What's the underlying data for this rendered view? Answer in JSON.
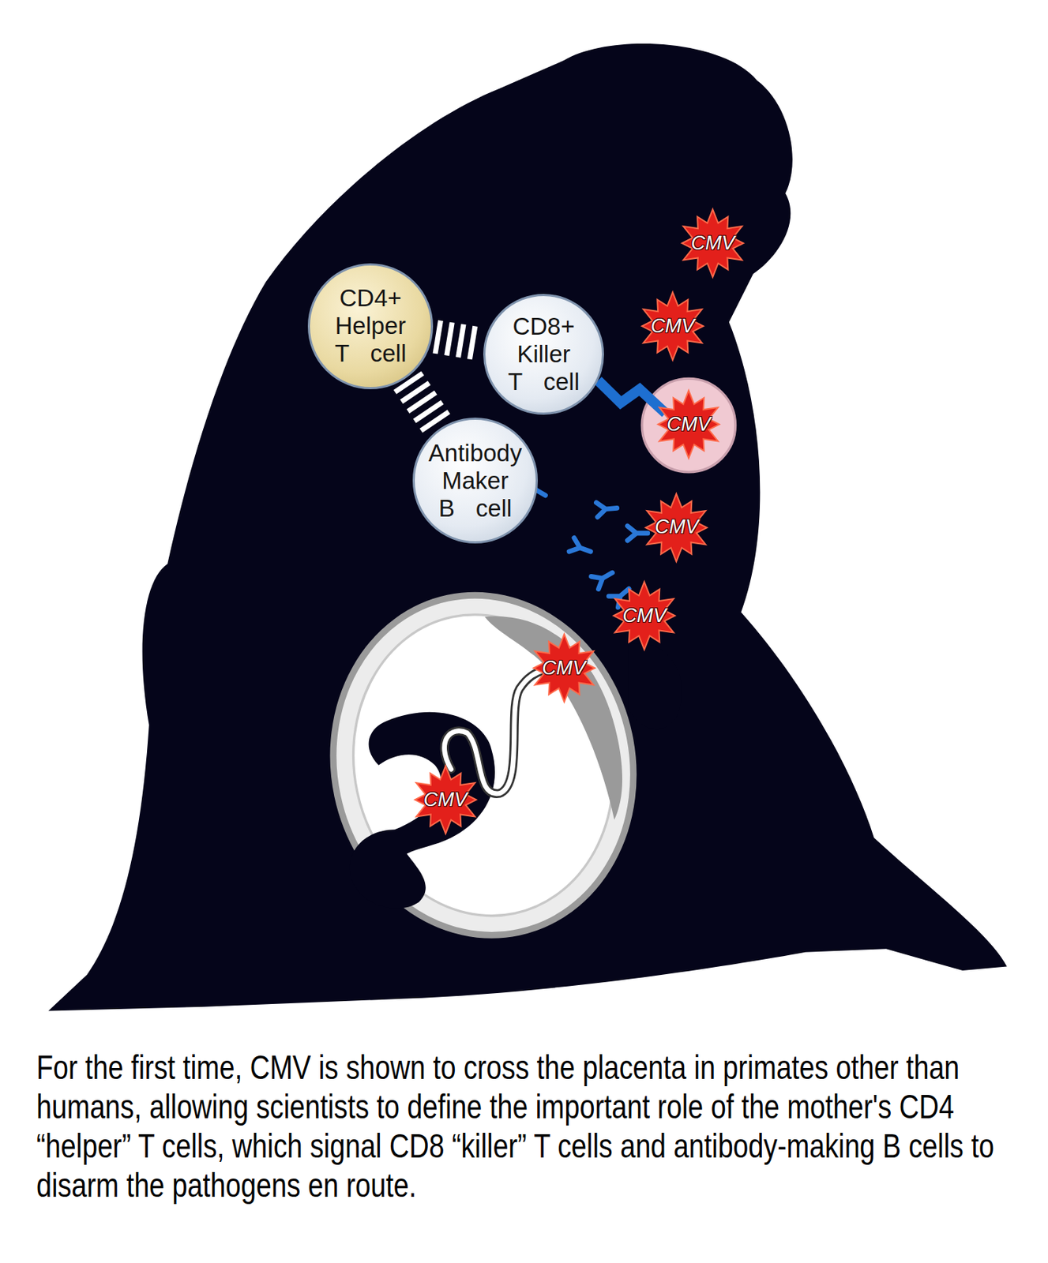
{
  "diagram": {
    "caption": "For the first time, CMV is shown to cross the placenta in primates other than humans, allowing scientists to define the important role of the mother's CD4 “helper” T cells, which signal CD8 “killer” T cells and antibody-making B cells to disarm the pathogens en route.",
    "nodes": [
      {
        "text": [
          "CMV"
        ]
      },
      {
        "text": [
          "CD4+ Helper T cell"
        ]
      },
      {
        "text": [
          "CMV"
        ]
      },
      {
        "text": [
          "CD8+ Killer T cell"
        ]
      },
      {
        "text": [
          "CMV"
        ]
      },
      {
        "text": [
          "Antibody Maker B cell"
        ]
      },
      {
        "text": [
          "CMV"
        ]
      },
      {
        "text": [
          "CMV"
        ]
      },
      {
        "text": [
          "CMV"
        ]
      },
      {
        "text": [
          "CMV"
        ]
      }
    ],
    "edges": [
      {
        "from": 1,
        "to": 3,
        "arrow": "none"
      },
      {
        "from": 1,
        "to": 5,
        "arrow": "none"
      },
      {
        "from": 3,
        "to": 4,
        "arrow": "none"
      }
    ]
  }
}
